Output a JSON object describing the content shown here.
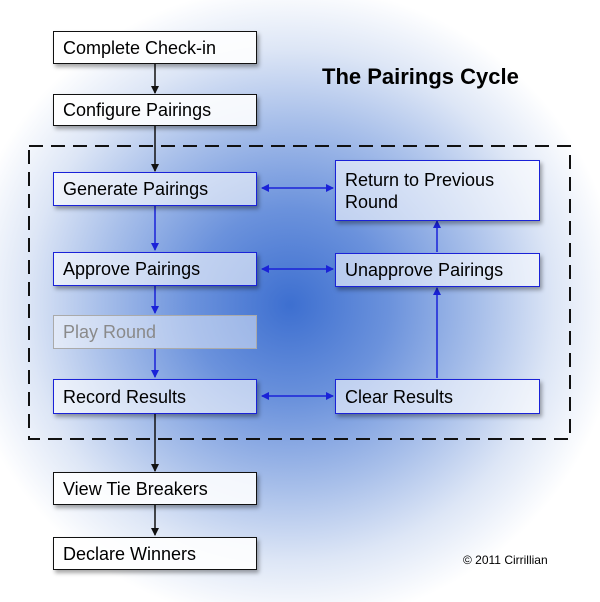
{
  "title": "The Pairings Cycle",
  "copyright": "© 2011 Cirrillian",
  "nodes": {
    "complete_checkin": "Complete Check-in",
    "configure_pairings": "Configure Pairings",
    "generate_pairings": "Generate Pairings",
    "approve_pairings": "Approve Pairings",
    "play_round": "Play Round",
    "record_results": "Record Results",
    "view_tie_breakers": "View Tie Breakers",
    "declare_winners": "Declare Winners",
    "return_previous_round": "Return to Previous Round",
    "unapprove_pairings": "Unapprove Pairings",
    "clear_results": "Clear Results"
  },
  "colors": {
    "primary_border": "#111111",
    "cycle_border": "#1a22d8",
    "inactive_border": "#aaaaaa",
    "inactive_text": "#8a8a8a"
  }
}
